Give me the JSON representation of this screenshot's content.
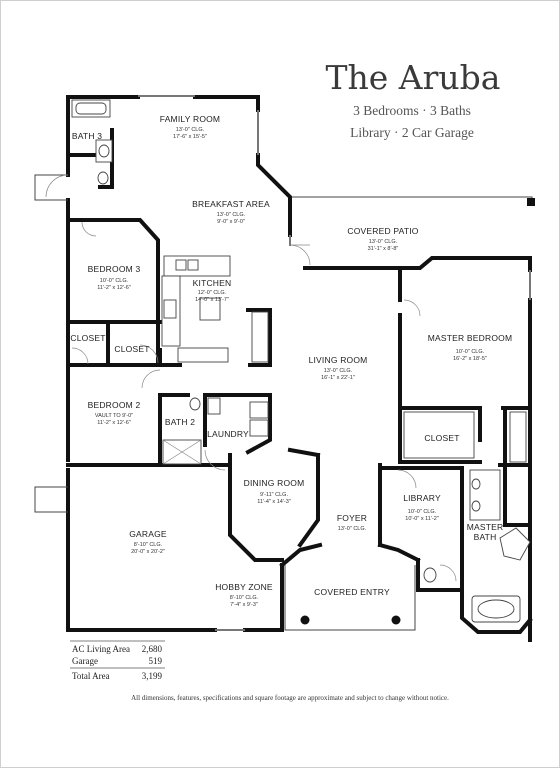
{
  "title": "The Aruba",
  "subtitle_line1": "3 Bedrooms · 3 Baths",
  "subtitle_line2": "Library · 2 Car Garage",
  "rooms": {
    "family_room": {
      "name": "FAMILY ROOM",
      "clg": "13'-0\" CLG.",
      "size": "17'-6\" x 15'-5\""
    },
    "bath3": {
      "name": "BATH 3"
    },
    "breakfast_area": {
      "name": "BREAKFAST AREA",
      "clg": "13'-0\" CLG.",
      "size": "9'-0\" x 9'-0\""
    },
    "covered_patio": {
      "name": "COVERED PATIO",
      "clg": "13'-0\" CLG.",
      "size": "31'-1\" x 8'-8\""
    },
    "bedroom3": {
      "name": "BEDROOM 3",
      "clg": "10'-0\" CLG.",
      "size": "11'-2\" x 12'-6\""
    },
    "kitchen": {
      "name": "KITCHEN",
      "clg": "12'-0\" CLG.",
      "size": "14'-0\" x 13'-7\""
    },
    "closet_left": {
      "name": "CLOSET"
    },
    "closet_mid": {
      "name": "CLOSET"
    },
    "master_bedroom": {
      "name": "MASTER BEDROOM",
      "clg": "10'-0\" CLG.",
      "size": "16'-2\" x 18'-5\""
    },
    "living_room": {
      "name": "LIVING ROOM",
      "clg": "13'-0\" CLG.",
      "size": "16'-1\" x 22'-1\""
    },
    "bedroom2": {
      "name": "BEDROOM 2",
      "clg": "VAULT TO 9'-0\"",
      "size": "11'-2\" x 12'-6\""
    },
    "bath2": {
      "name": "BATH 2"
    },
    "laundry": {
      "name": "LAUNDRY"
    },
    "closet_master": {
      "name": "CLOSET"
    },
    "dining_room": {
      "name": "DINING ROOM",
      "clg": "9'-11\" CLG.",
      "size": "11'-4\" x 14'-3\""
    },
    "library": {
      "name": "LIBRARY",
      "clg": "10'-0\" CLG.",
      "size": "10'-0\" x 11'-2\""
    },
    "foyer": {
      "name": "FOYER",
      "clg": "13'-0\" CLG."
    },
    "master_bath": {
      "name_line1": "MASTER",
      "name_line2": "BATH"
    },
    "garage": {
      "name": "GARAGE",
      "clg": "8'-10\" CLG.",
      "size": "20'-0\" x 20'-2\""
    },
    "hobby_zone": {
      "name": "HOBBY ZONE",
      "clg": "8'-10\" CLG.",
      "size": "7'-4\" x 9'-3\""
    },
    "covered_entry": {
      "name": "COVERED ENTRY"
    }
  },
  "areas": [
    {
      "label": "AC Living Area",
      "value": "2,680"
    },
    {
      "label": "Garage",
      "value": "519"
    },
    {
      "label": "Total Area",
      "value": "3,199"
    }
  ],
  "disclaimer": "All dimensions, features, specifications and square footage are approximate and subject to change without notice."
}
